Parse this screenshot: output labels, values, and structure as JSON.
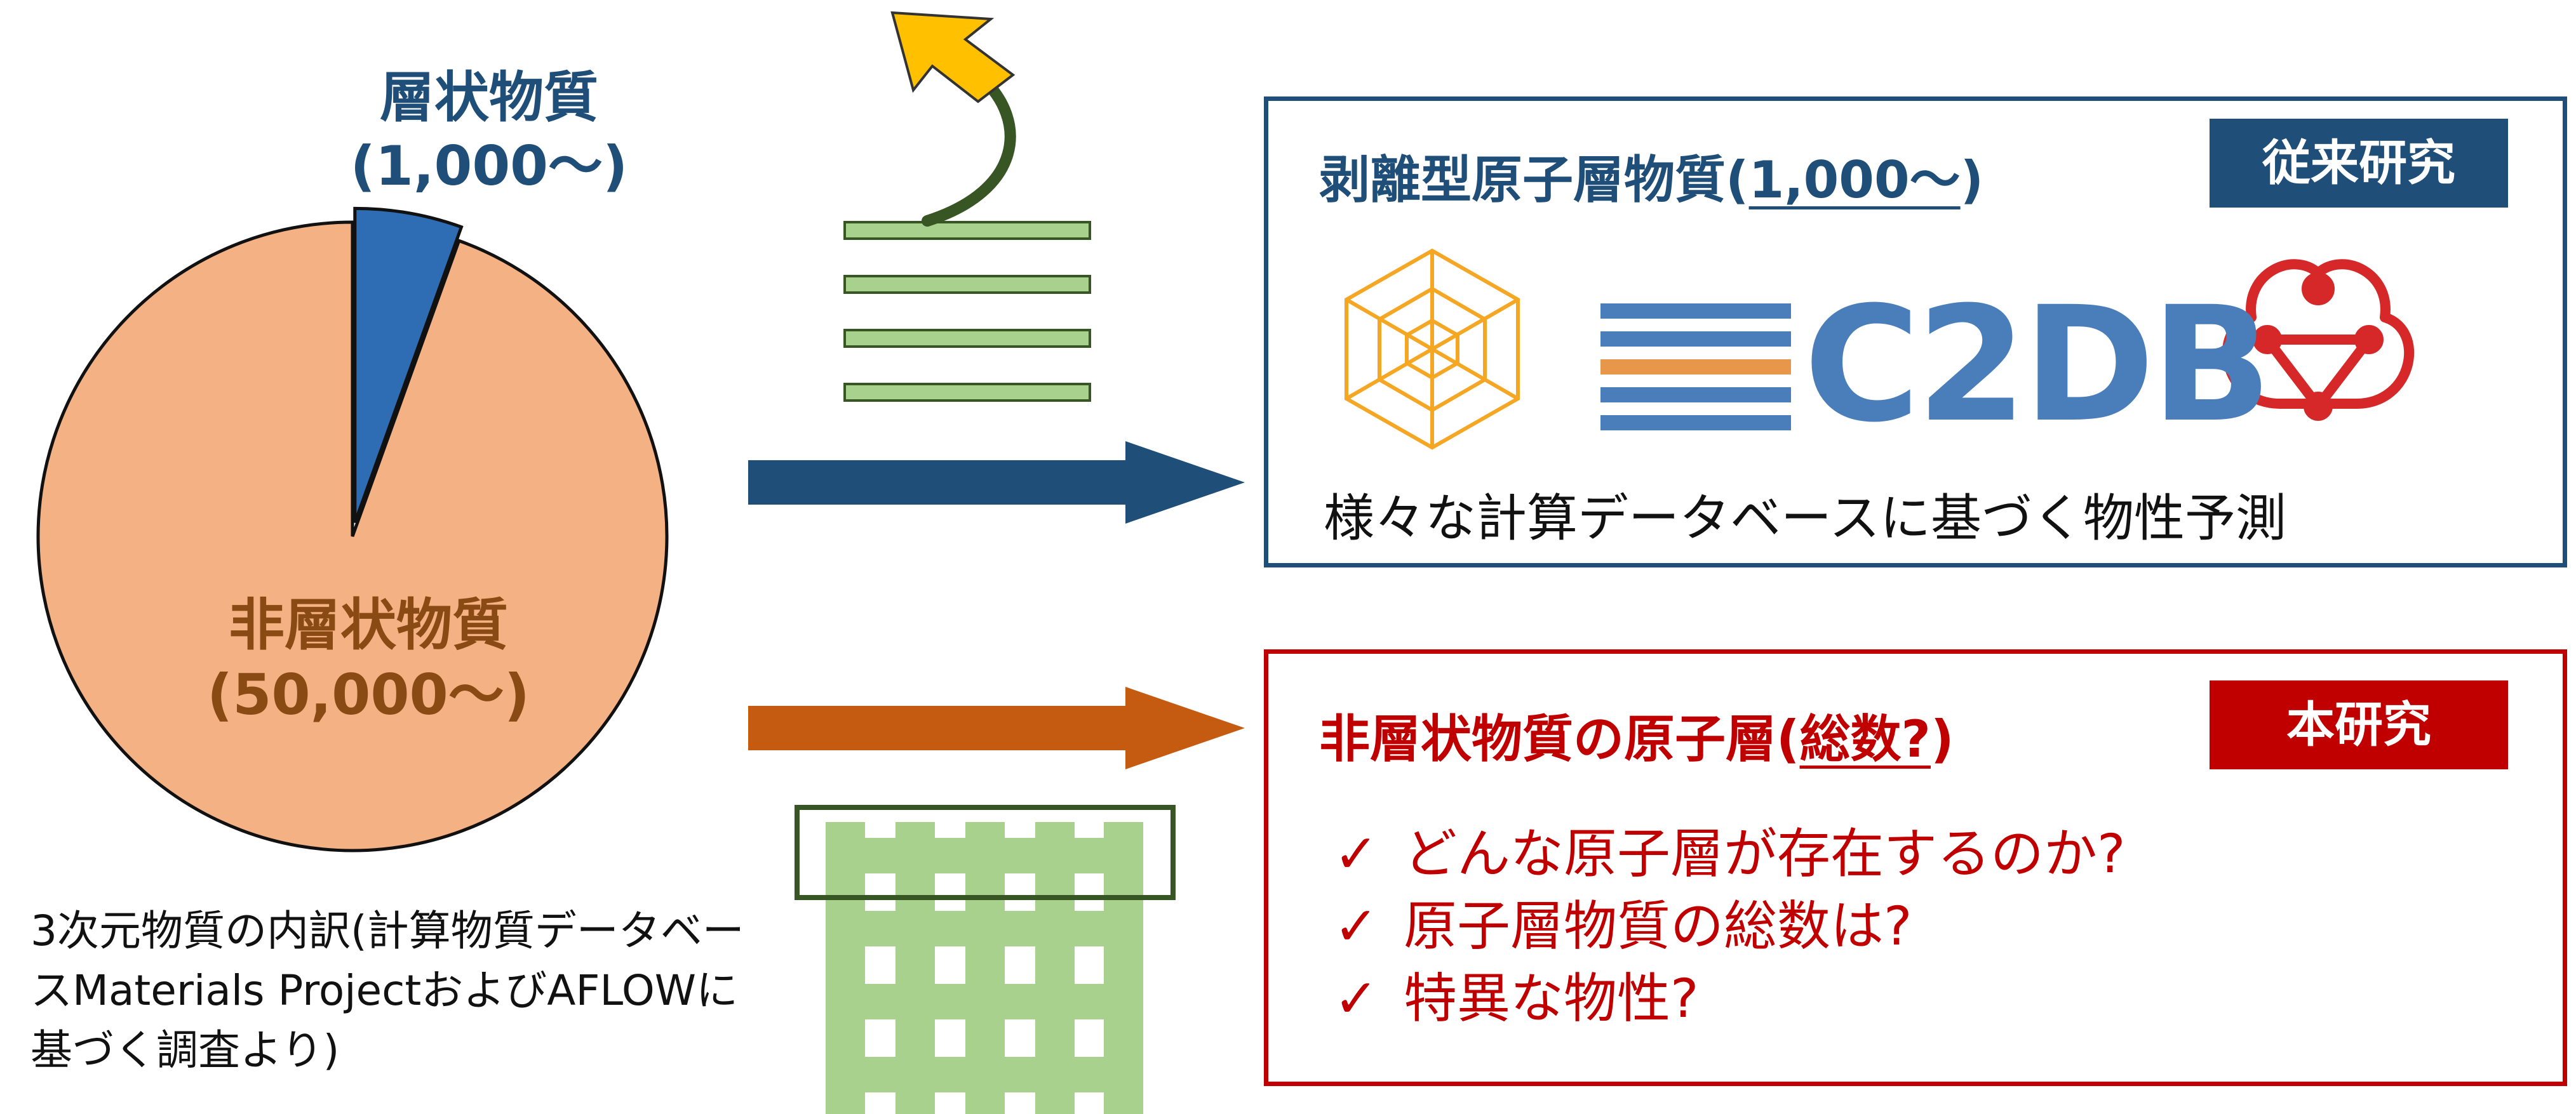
{
  "pie": {
    "layered_label_line1": "層状物質",
    "layered_label_line2": "(1,000〜)",
    "nonlayered_label_line1": "非層状物質",
    "nonlayered_label_line2": "(50,000〜)",
    "slices": [
      {
        "name": "layered",
        "value": 1000,
        "color": "#2e6db4"
      },
      {
        "name": "non-layered",
        "value": 50000,
        "color": "#f4b183"
      }
    ]
  },
  "breakdown_note": "3次元物質の内訳(計算物質データベースMaterials ProjectおよびAFLOWに基づく調査より)",
  "conventional": {
    "title_prefix": "剥離型原子層物質(",
    "title_count": "1,000〜",
    "title_suffix": ")",
    "badge": "従来研究",
    "logo_text": "C2DB",
    "description": "様々な計算データベースに基づく物性予測"
  },
  "this_study": {
    "title_prefix": "非層状物質の原子層(",
    "title_count": "総数?",
    "title_suffix": ")",
    "badge": "本研究",
    "check_mark": "✓",
    "questions": [
      "どんな原子層が存在するのか?",
      "原子層物質の総数は?",
      "特異な物性?"
    ]
  },
  "colors": {
    "navy": "#1f4e79",
    "red": "#c00000",
    "orange_arrow": "#c55a11",
    "light_green": "#a9d18e",
    "dark_green": "#375623",
    "gold": "#ffc000",
    "c2db_blue": "#4a7ebb",
    "c2db_orange": "#e8964a"
  },
  "icons": [
    "hexagon-web-icon",
    "c2db-stripes-icon",
    "triangle-cloud-icon",
    "curved-arrow-icon"
  ]
}
